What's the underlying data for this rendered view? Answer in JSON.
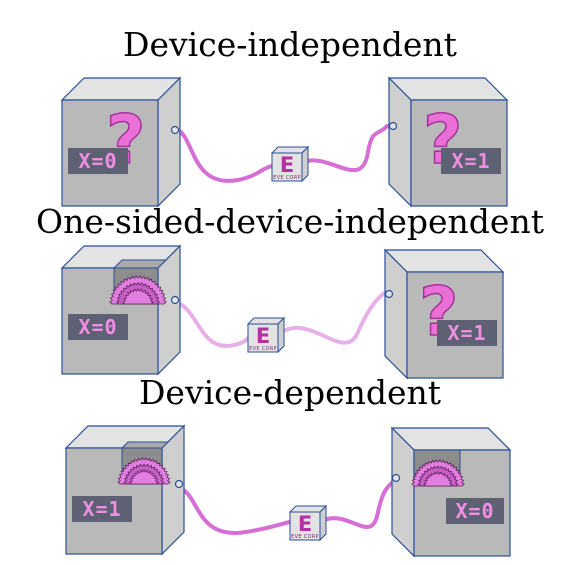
{
  "colors": {
    "box_face": "#b9b9b9",
    "box_top": "#e3e3e3",
    "box_side": "#cfcfcf",
    "box_edge": "#2a4f96",
    "cable": "#d76ed6",
    "cable_light": "#e8b0e8",
    "display_bg": "#5d6173",
    "display_text": "#f08ee3",
    "gear": "#e27ee0",
    "question_mark": "#ea6fd7"
  },
  "icons": {
    "unknown_device": "question-mark-icon",
    "known_device": "gear-mechanism-icon",
    "eavesdropper": "eve-corp-box-icon"
  },
  "scenarios": [
    {
      "title": "Device-independent",
      "left": {
        "type": "unknown",
        "display": "X=0"
      },
      "right": {
        "type": "unknown",
        "display": "X=1"
      },
      "eve": {
        "letter": "E",
        "brand": "EVE CORP"
      }
    },
    {
      "title": "One-sided-device-independent",
      "left": {
        "type": "known",
        "display": "X=0"
      },
      "right": {
        "type": "unknown",
        "display": "X=1"
      },
      "eve": {
        "letter": "E",
        "brand": "EVE CORP"
      }
    },
    {
      "title": "Device-dependent",
      "left": {
        "type": "known",
        "display": "X=1"
      },
      "right": {
        "type": "known",
        "display": "X=0"
      },
      "eve": {
        "letter": "E",
        "brand": "EVE CORP"
      }
    }
  ]
}
